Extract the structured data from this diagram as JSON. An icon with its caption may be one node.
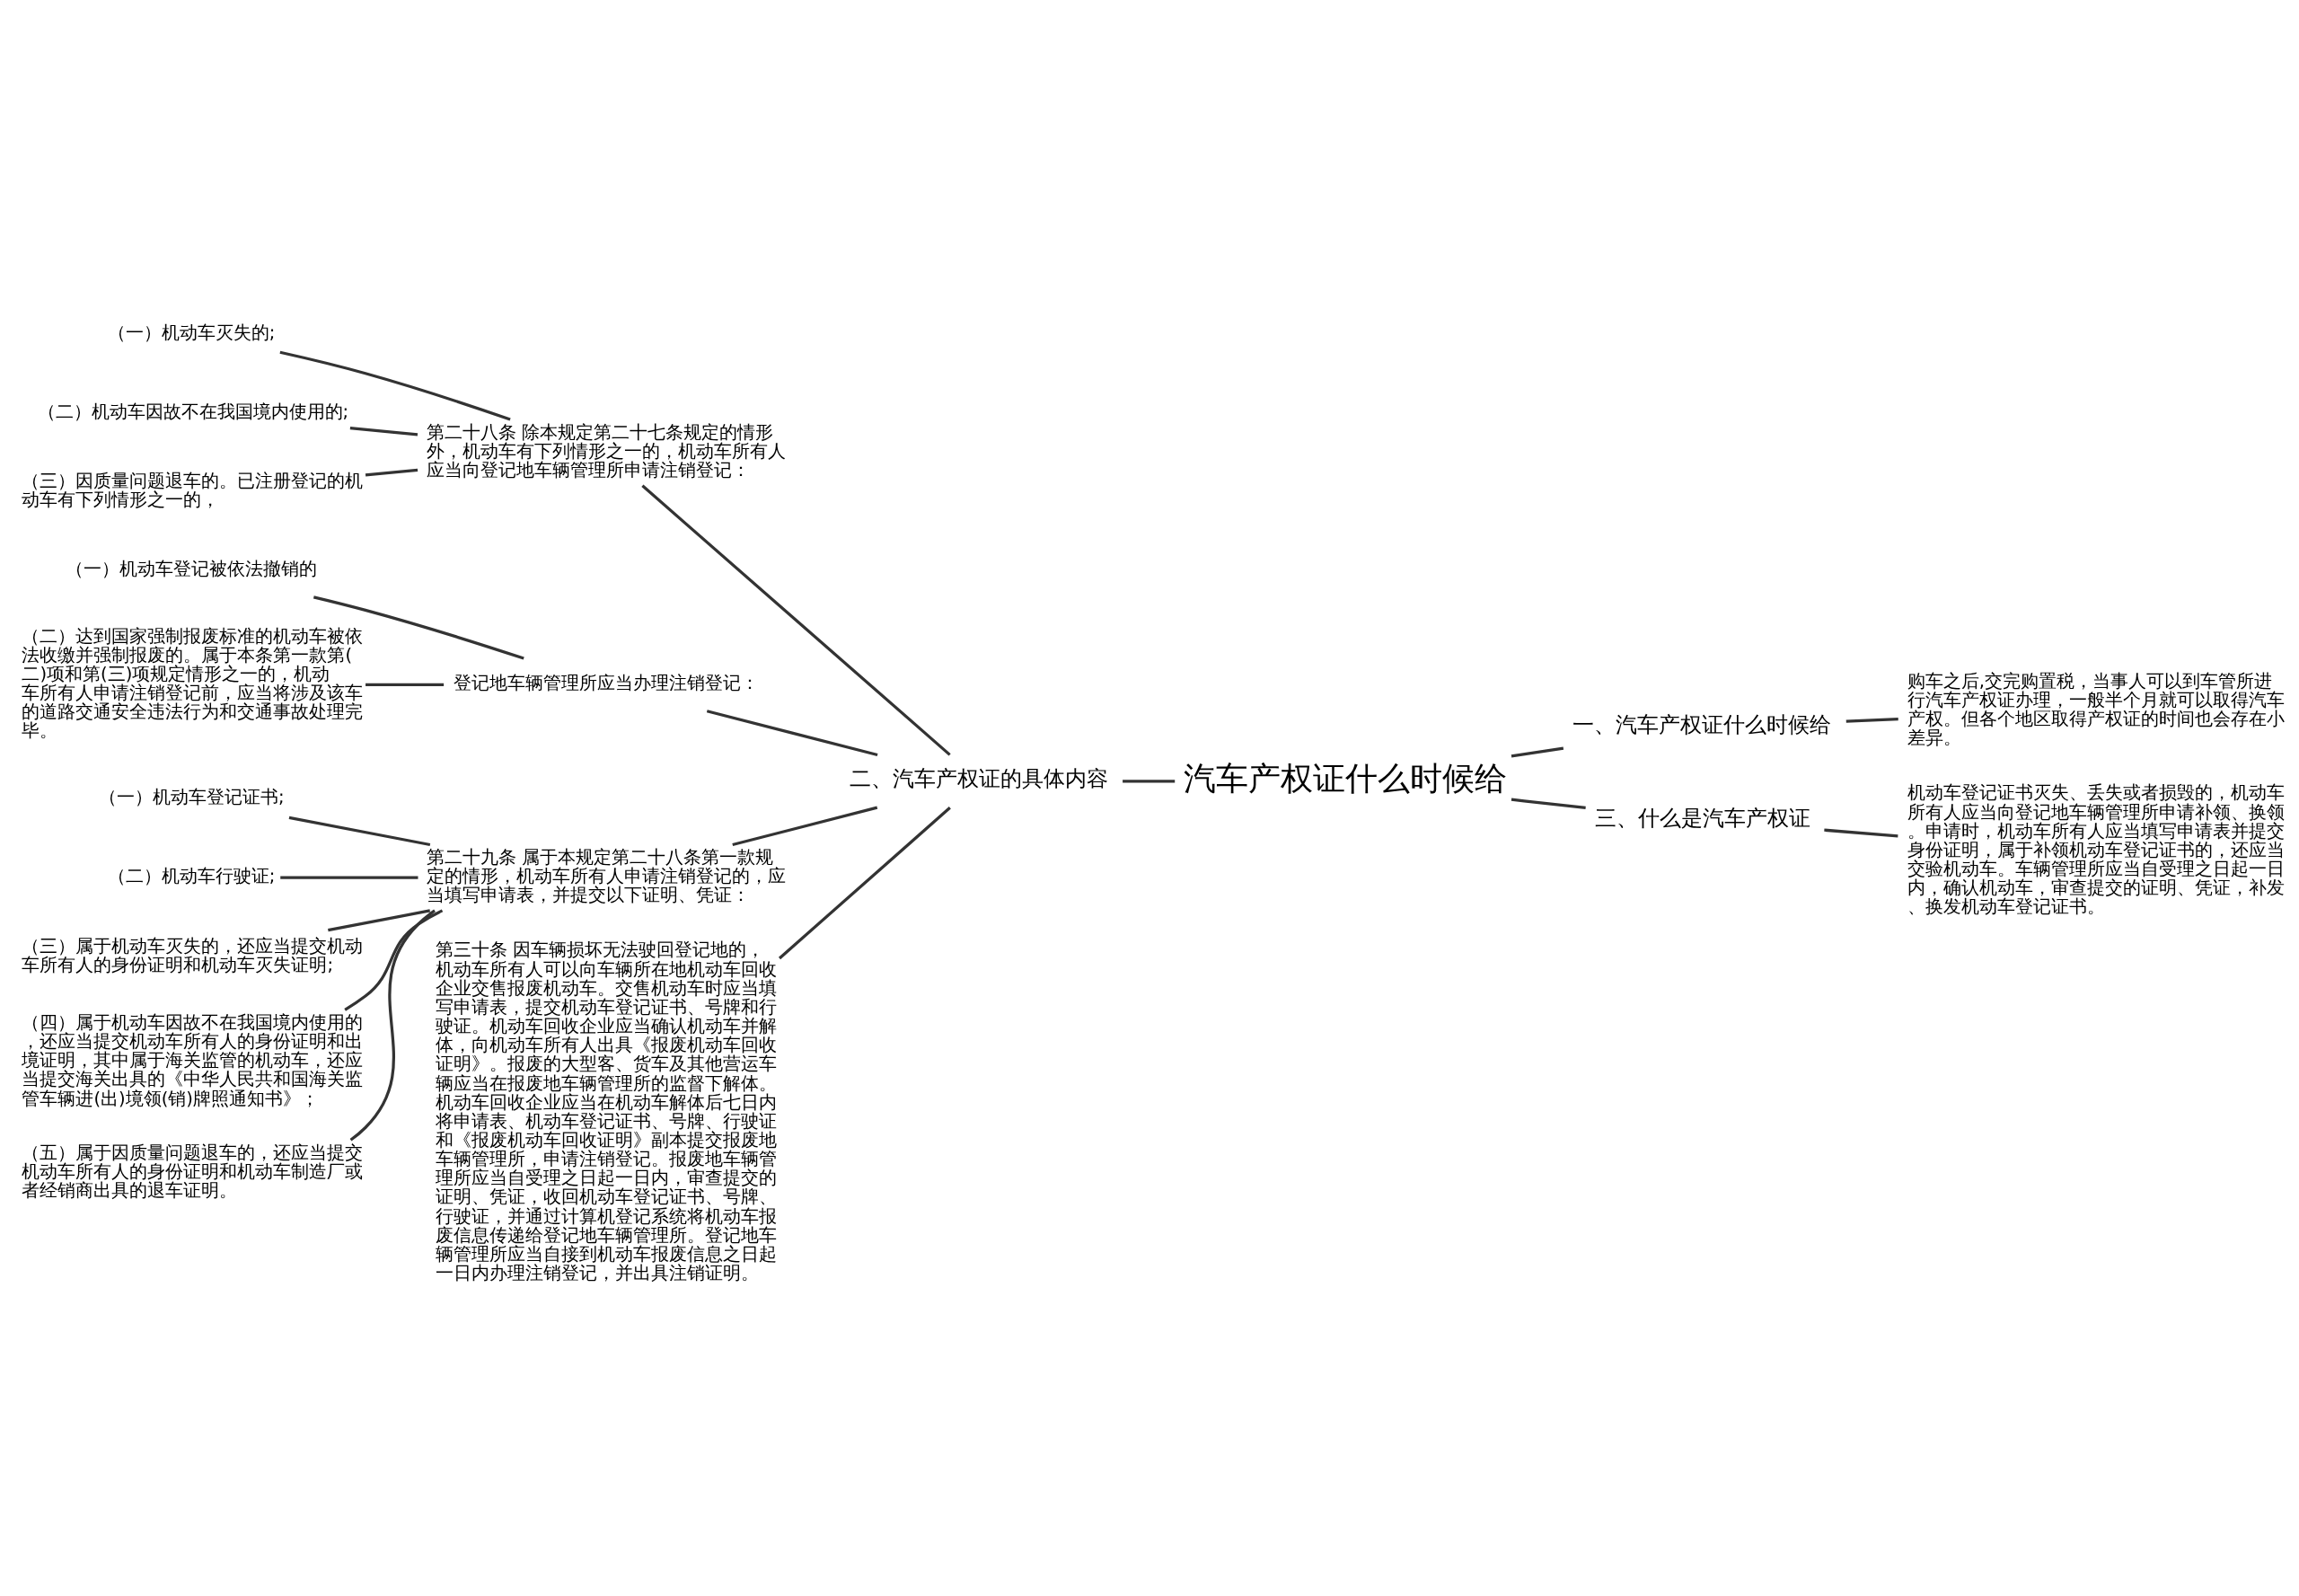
{
  "diagram": {
    "nodes": [
      {
        "text": [
          "汽车产权证什么时候给"
        ]
      },
      {
        "text": [
          "二、汽车产权证的具体内容"
        ]
      },
      {
        "text": [
          "第二十八条 除本规定第二十七条规定的情形外，机动车有下列情形之一的，机动车所有人应当向登记地车辆管理所申请注销登记："
        ]
      },
      {
        "text": [
          "（一）机动车灭失的;"
        ]
      },
      {
        "text": [
          "（二）机动车因故不在我国境内使用的;"
        ]
      },
      {
        "text": [
          "（三）因质量问题退车的。已注册登记的机动车有下列情形之一的，"
        ]
      },
      {
        "text": [
          "登记地车辆管理所应当办理注销登记："
        ]
      },
      {
        "text": [
          "（一）机动车登记被依法撤销的"
        ]
      },
      {
        "text": [
          "（二）达到国家强制报废标准的机动车被依法收缴并强制报废的。属于本条第一款第(二)项和第(三)项规定情形之一的，机动车所有人申请注销登记前，应当将涉及该车的道路交通安全违法行为和交通事故处理完毕。"
        ]
      },
      {
        "text": [
          "第二十九条 属于本规定第二十八条第一款规定的情形，机动车所有人申请注销登记的，应当填写申请表，并提交以下证明、凭证："
        ]
      },
      {
        "text": [
          "（一）机动车登记证书;"
        ]
      },
      {
        "text": [
          "（二）机动车行驶证;"
        ]
      },
      {
        "text": [
          "（三）属于机动车灭失的，还应当提交机动车所有人的身份证明和机动车灭失证明;"
        ]
      },
      {
        "text": [
          "（四）属于机动车因故不在我国境内使用的，还应当提交机动车所有人的身份证明和出境证明，其中属于海关监管的机动车，还应当提交海关出具的《中华人民共和国海关监管车辆进(出)境领(销)牌照通知书》；"
        ]
      },
      {
        "text": [
          "（五）属于因质量问题退车的，还应当提交机动车所有人的身份证明和机动车制造厂或者经销商出具的退车证明。"
        ]
      },
      {
        "text": [
          "第三十条 因车辆损坏无法驶回登记地的，机动车所有人可以向车辆所在地机动车回收企业交售报废机动车。交售机动车时应当填写申请表，提交机动车登记证书、号牌和行驶证。机动车回收企业应当确认机动车并解体，向机动车所有人出具《报废机动车回收证明》。报废的大型客、货车及其他营运车辆应当在报废地车辆管理所的监督下解体。机动车回收企业应当在机动车解体后七日内将申请表、机动车登记证书、号牌、行驶证和《报废机动车回收证明》副本提交报废地车辆管理所，申请注销登记。报废地车辆管理所应当自受理之日起一日内，审查提交的证明、凭证，收回机动车登记证书、号牌、行驶证，并通过计算机登记系统将机动车报废信息传递给登记地车辆管理所。登记地车辆管理所应当自接到机动车报废信息之日起一日内办理注销登记，并出具注销证明。"
        ]
      },
      {
        "text": [
          "一、汽车产权证什么时候给"
        ]
      },
      {
        "text": [
          "购车之后,交完购置税，当事人可以到车管所进行汽车产权证办理，一般半个月就可以取得汽车产权。但各个地区取得产权证的时间也会存在小差异。"
        ]
      },
      {
        "text": [
          "三、什么是汽车产权证"
        ]
      },
      {
        "text": [
          "机动车登记证书灭失、丢失或者损毁的，机动车所有人应当向登记地车辆管理所申请补领、换领。申请时，机动车所有人应当填写申请表并提交身份证明，属于补领机动车登记证书的，还应当交验机动车。车辆管理所应当自受理之日起一日内，确认机动车，审查提交的证明、凭证，补发、换发机动车登记证书。"
        ]
      }
    ],
    "edges": [
      {
        "from": 0,
        "to": 1,
        "arrow": "none"
      },
      {
        "from": 1,
        "to": 2,
        "arrow": "none"
      },
      {
        "from": 2,
        "to": 3,
        "arrow": "none"
      },
      {
        "from": 2,
        "to": 4,
        "arrow": "none"
      },
      {
        "from": 2,
        "to": 5,
        "arrow": "none"
      },
      {
        "from": 1,
        "to": 6,
        "arrow": "none"
      },
      {
        "from": 6,
        "to": 7,
        "arrow": "none"
      },
      {
        "from": 6,
        "to": 8,
        "arrow": "none"
      },
      {
        "from": 1,
        "to": 9,
        "arrow": "none"
      },
      {
        "from": 9,
        "to": 10,
        "arrow": "none"
      },
      {
        "from": 9,
        "to": 11,
        "arrow": "none"
      },
      {
        "from": 9,
        "to": 12,
        "arrow": "none"
      },
      {
        "from": 9,
        "to": 13,
        "arrow": "none"
      },
      {
        "from": 9,
        "to": 14,
        "arrow": "none"
      },
      {
        "from": 1,
        "to": 15,
        "arrow": "none"
      },
      {
        "from": 0,
        "to": 16,
        "arrow": "none"
      },
      {
        "from": 16,
        "to": 17,
        "arrow": "none"
      },
      {
        "from": 0,
        "to": 18,
        "arrow": "none"
      },
      {
        "from": 18,
        "to": 19,
        "arrow": "none"
      }
    ]
  }
}
